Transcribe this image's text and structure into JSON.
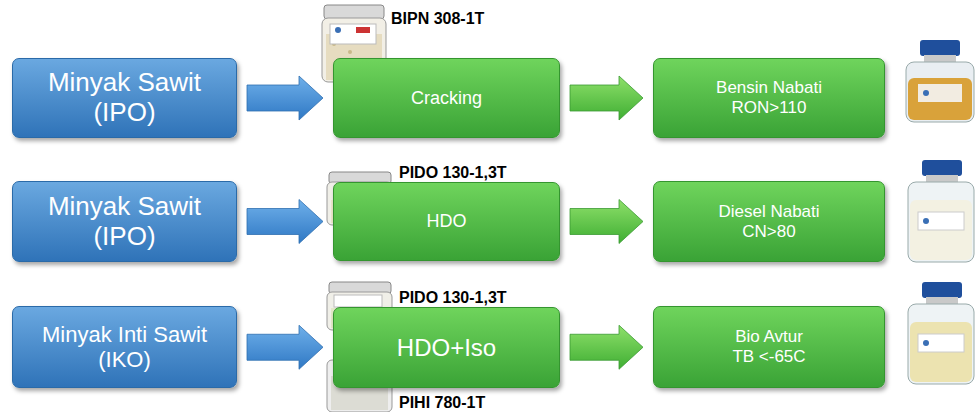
{
  "diagram": {
    "nodes": [
      {
        "text": [
          "Minyak Sawit (IPO)"
        ]
      },
      {
        "text": [
          "BIPN 308-1T",
          "Cracking"
        ]
      },
      {
        "text": [
          "Bensin Nabati",
          "RON>110"
        ]
      },
      {
        "text": [
          "Minyak Sawit (IPO)"
        ]
      },
      {
        "text": [
          "PIDO 130-1,3T",
          "HDO"
        ]
      },
      {
        "text": [
          "Diesel Nabati",
          "CN>80"
        ]
      },
      {
        "text": [
          "Minyak Inti Sawit (IKO)"
        ]
      },
      {
        "text": [
          "PIDO 130-1,3T",
          "HDO+Iso",
          "PIHI 780-1T"
        ]
      },
      {
        "text": [
          "Bio Avtur",
          "TB <-65C"
        ]
      }
    ],
    "edges": [
      {
        "from": 0,
        "to": 1,
        "arrow": "to"
      },
      {
        "from": 1,
        "to": 2,
        "arrow": "to"
      },
      {
        "from": 3,
        "to": 4,
        "arrow": "to"
      },
      {
        "from": 4,
        "to": 5,
        "arrow": "to"
      },
      {
        "from": 6,
        "to": 7,
        "arrow": "to"
      },
      {
        "from": 7,
        "to": 8,
        "arrow": "to"
      }
    ]
  }
}
